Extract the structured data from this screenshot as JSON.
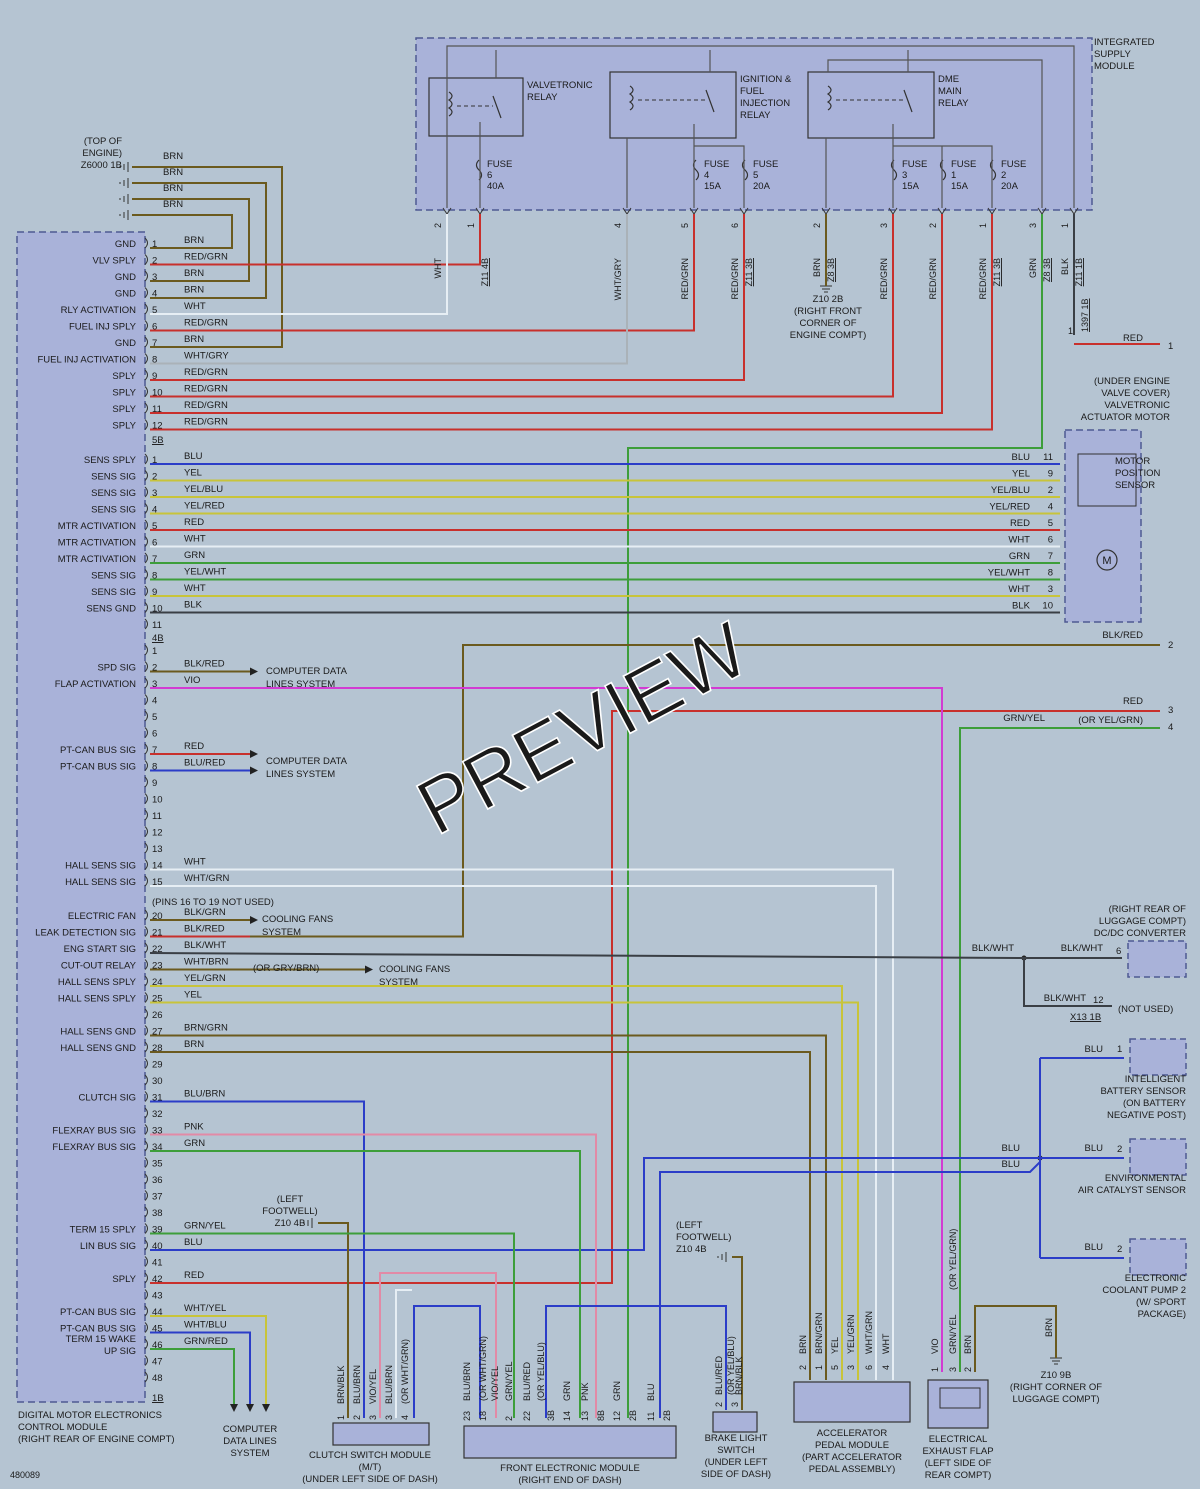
{
  "diagram_id": "480089",
  "watermark": "PREVIEW",
  "colors": {
    "background": "#b5c4d2",
    "module_fill": "#a9b2d9",
    "module_border": "#4e5a92",
    "wire_red": "#c8302c",
    "wire_brown": "#6b5a1e",
    "wire_blue": "#2b3dc8",
    "wire_yellow": "#c8c43a",
    "wire_green": "#3d9e3a",
    "wire_white": "#e6eef4",
    "wire_violet": "#d23bd2",
    "wire_pink": "#e28aa6",
    "wire_gray": "#aab2b8",
    "wire_black": "#3a3f45"
  },
  "ism": {
    "title": [
      "INTEGRATED",
      "SUPPLY",
      "MODULE"
    ],
    "relays": [
      {
        "name": [
          "VALVETRONIC",
          "RELAY"
        ]
      },
      {
        "name": [
          "IGNITION &",
          "FUEL",
          "INJECTION",
          "RELAY"
        ]
      },
      {
        "name": [
          "DME",
          "MAIN",
          "RELAY"
        ]
      }
    ],
    "fuses": [
      {
        "label": [
          "FUSE",
          "6",
          "40A"
        ]
      },
      {
        "label": [
          "FUSE",
          "4",
          "15A"
        ]
      },
      {
        "label": [
          "FUSE",
          "5",
          "20A"
        ]
      },
      {
        "label": [
          "FUSE",
          "3",
          "15A"
        ]
      },
      {
        "label": [
          "FUSE",
          "1",
          "15A"
        ]
      },
      {
        "label": [
          "FUSE",
          "2",
          "20A"
        ]
      }
    ],
    "pins": [
      {
        "pin": "2",
        "color": "WHT",
        "conn": ""
      },
      {
        "pin": "1",
        "color": "",
        "conn": "Z11 4B"
      },
      {
        "pin": "4",
        "color": "WHT/GRY",
        "conn": ""
      },
      {
        "pin": "5",
        "color": "RED/GRN",
        "conn": ""
      },
      {
        "pin": "6",
        "color": "RED/GRN",
        "conn": "Z11 3B"
      },
      {
        "pin": "2",
        "color": "BRN",
        "conn": "Z8 3B"
      },
      {
        "pin": "3",
        "color": "RED/GRN",
        "conn": ""
      },
      {
        "pin": "2",
        "color": "RED/GRN",
        "conn": ""
      },
      {
        "pin": "1",
        "color": "RED/GRN",
        "conn": "Z11 3B"
      },
      {
        "pin": "3",
        "color": "GRN",
        "conn": "Z8 3B"
      },
      {
        "pin": "1",
        "color": "BLK",
        "conn": "Z11 1B"
      }
    ]
  },
  "top_of_engine": {
    "label": [
      "(TOP OF",
      "ENGINE)",
      "Z6000 1B"
    ],
    "wire_colors": [
      "BRN",
      "BRN",
      "BRN",
      "BRN"
    ]
  },
  "ground_z10_2b": {
    "label": [
      "Z10 2B",
      "(RIGHT FRONT",
      "CORNER OF",
      "ENGINE COMPT)"
    ]
  },
  "conn_1397": {
    "label": "1397 1B",
    "pin": "1"
  },
  "dme": {
    "caption": [
      "DIGITAL MOTOR ELECTRONICS",
      "CONTROL MODULE",
      "(RIGHT REAR OF ENGINE COMPT)"
    ],
    "conn_5b": "5B",
    "conn_4b": "4B",
    "conn_1b": "1B",
    "rows_a": [
      {
        "pin": "1",
        "sig": "GND",
        "color": "BRN"
      },
      {
        "pin": "2",
        "sig": "VLV SPLY",
        "color": "RED/GRN"
      },
      {
        "pin": "3",
        "sig": "GND",
        "color": "BRN"
      },
      {
        "pin": "4",
        "sig": "GND",
        "color": "BRN"
      },
      {
        "pin": "5",
        "sig": "RLY ACTIVATION",
        "color": "WHT"
      },
      {
        "pin": "6",
        "sig": "FUEL INJ SPLY",
        "color": "RED/GRN"
      },
      {
        "pin": "7",
        "sig": "GND",
        "color": "BRN"
      },
      {
        "pin": "8",
        "sig": "FUEL INJ ACTIVATION",
        "color": "WHT/GRY"
      },
      {
        "pin": "9",
        "sig": "SPLY",
        "color": "RED/GRN"
      },
      {
        "pin": "10",
        "sig": "SPLY",
        "color": "RED/GRN"
      },
      {
        "pin": "11",
        "sig": "SPLY",
        "color": "RED/GRN"
      },
      {
        "pin": "12",
        "sig": "SPLY",
        "color": "RED/GRN"
      }
    ],
    "rows_b": [
      {
        "pin": "1",
        "sig": "SENS SPLY",
        "color": "BLU"
      },
      {
        "pin": "2",
        "sig": "SENS SIG",
        "color": "YEL"
      },
      {
        "pin": "3",
        "sig": "SENS SIG",
        "color": "YEL/BLU"
      },
      {
        "pin": "4",
        "sig": "SENS SIG",
        "color": "YEL/RED"
      },
      {
        "pin": "5",
        "sig": "MTR ACTIVATION",
        "color": "RED"
      },
      {
        "pin": "6",
        "sig": "MTR ACTIVATION",
        "color": "WHT"
      },
      {
        "pin": "7",
        "sig": "MTR ACTIVATION",
        "color": "GRN"
      },
      {
        "pin": "8",
        "sig": "SENS SIG",
        "color": "YEL/WHT"
      },
      {
        "pin": "9",
        "sig": "SENS SIG",
        "color": "WHT"
      },
      {
        "pin": "10",
        "sig": "SENS GND",
        "color": "BLK"
      },
      {
        "pin": "11",
        "sig": "",
        "color": ""
      }
    ],
    "rows_c": [
      {
        "pin": "1",
        "sig": "",
        "color": ""
      },
      {
        "pin": "2",
        "sig": "SPD SIG",
        "color": "BLK/RED"
      },
      {
        "pin": "3",
        "sig": "FLAP ACTIVATION",
        "color": "VIO"
      },
      {
        "pin": "4",
        "sig": "",
        "color": ""
      },
      {
        "pin": "5",
        "sig": "",
        "color": ""
      },
      {
        "pin": "6",
        "sig": "",
        "color": ""
      },
      {
        "pin": "7",
        "sig": "PT-CAN BUS SIG",
        "color": "RED"
      },
      {
        "pin": "8",
        "sig": "PT-CAN BUS SIG",
        "color": "BLU/RED"
      },
      {
        "pin": "9",
        "sig": "",
        "color": ""
      },
      {
        "pin": "10",
        "sig": "",
        "color": ""
      },
      {
        "pin": "11",
        "sig": "",
        "color": ""
      },
      {
        "pin": "12",
        "sig": "",
        "color": ""
      },
      {
        "pin": "13",
        "sig": "",
        "color": ""
      },
      {
        "pin": "14",
        "sig": "HALL SENS SIG",
        "color": "WHT"
      },
      {
        "pin": "15",
        "sig": "HALL SENS SIG",
        "color": "WHT/GRN"
      }
    ],
    "pins_not_used": "(PINS 16 TO 19 NOT USED)",
    "rows_d": [
      {
        "pin": "20",
        "sig": "ELECTRIC FAN",
        "color": "BLK/GRN"
      },
      {
        "pin": "21",
        "sig": "LEAK DETECTION SIG",
        "color": "BLK/RED"
      },
      {
        "pin": "22",
        "sig": "ENG START SIG",
        "color": "BLK/WHT"
      },
      {
        "pin": "23",
        "sig": "CUT-OUT RELAY",
        "color": "WHT/BRN"
      },
      {
        "pin": "24",
        "sig": "HALL SENS SPLY",
        "color": "YEL/GRN"
      },
      {
        "pin": "25",
        "sig": "HALL SENS SPLY",
        "color": "YEL"
      },
      {
        "pin": "26",
        "sig": "",
        "color": ""
      },
      {
        "pin": "27",
        "sig": "HALL SENS GND",
        "color": "BRN/GRN"
      },
      {
        "pin": "28",
        "sig": "HALL SENS GND",
        "color": "BRN"
      },
      {
        "pin": "29",
        "sig": "",
        "color": ""
      },
      {
        "pin": "30",
        "sig": "",
        "color": ""
      },
      {
        "pin": "31",
        "sig": "CLUTCH SIG",
        "color": "BLU/BRN"
      },
      {
        "pin": "32",
        "sig": "",
        "color": ""
      },
      {
        "pin": "33",
        "sig": "FLEXRAY BUS SIG",
        "color": "PNK"
      },
      {
        "pin": "34",
        "sig": "FLEXRAY BUS SIG",
        "color": "GRN"
      },
      {
        "pin": "35",
        "sig": "",
        "color": ""
      },
      {
        "pin": "36",
        "sig": "",
        "color": ""
      },
      {
        "pin": "37",
        "sig": "",
        "color": ""
      },
      {
        "pin": "38",
        "sig": "",
        "color": ""
      },
      {
        "pin": "39",
        "sig": "TERM 15 SPLY",
        "color": "GRN/YEL"
      },
      {
        "pin": "40",
        "sig": "LIN BUS SIG",
        "color": "BLU"
      },
      {
        "pin": "41",
        "sig": "",
        "color": ""
      },
      {
        "pin": "42",
        "sig": "SPLY",
        "color": "RED"
      },
      {
        "pin": "43",
        "sig": "",
        "color": ""
      },
      {
        "pin": "44",
        "sig": "PT-CAN BUS SIG",
        "color": "WHT/YEL"
      },
      {
        "pin": "45",
        "sig": "PT-CAN BUS SIG",
        "color": "WHT/BLU"
      },
      {
        "pin": "46",
        "sig": "TERM 15 WAKE UP SIG",
        "color": "GRN/RED"
      },
      {
        "pin": "47",
        "sig": "",
        "color": ""
      },
      {
        "pin": "48",
        "sig": "",
        "color": ""
      }
    ]
  },
  "refs": {
    "computer_data": [
      "COMPUTER DATA",
      "LINES SYSTEM"
    ],
    "cooling_fans": [
      "COOLING FANS",
      "SYSTEM"
    ],
    "or_gry_brn": "(OR GRY/BRN)",
    "computer_data_bottom": [
      "COMPUTER",
      "DATA LINES",
      "SYSTEM"
    ]
  },
  "valvetronic_motor": {
    "title": [
      "(UNDER ENGINE",
      "VALVE COVER)",
      "VALVETRONIC",
      "ACTUATOR MOTOR"
    ],
    "sensor": [
      "MOTOR",
      "POSITION",
      "SENSOR"
    ],
    "motor_symbol": "M",
    "pins": [
      {
        "color": "BLU",
        "pin": "11"
      },
      {
        "color": "YEL",
        "pin": "9"
      },
      {
        "color": "YEL/BLU",
        "pin": "2"
      },
      {
        "color": "YEL/RED",
        "pin": "4"
      },
      {
        "color": "RED",
        "pin": "5"
      },
      {
        "color": "WHT",
        "pin": "6"
      },
      {
        "color": "GRN",
        "pin": "7"
      },
      {
        "color": "YEL/WHT",
        "pin": "8"
      },
      {
        "color": "WHT",
        "pin": "3"
      },
      {
        "color": "BLK",
        "pin": "10"
      }
    ]
  },
  "right_outputs": [
    {
      "color": "RED",
      "num": "1"
    },
    {
      "color": "BLK/RED",
      "num": "2"
    },
    {
      "color": "RED",
      "num": "3"
    },
    {
      "color": "GRN/YEL",
      "alt": "(OR YEL/GRN)",
      "num": "4"
    }
  ],
  "dcdc": {
    "title": [
      "(RIGHT REAR OF",
      "LUGGAGE COMPT)",
      "DC/DC CONVERTER"
    ],
    "wire1": "BLK/WHT",
    "wire2": "BLK/WHT",
    "pin": "6",
    "wire3": "BLK/WHT",
    "pin3": "12",
    "conn": "X13 1B",
    "not_used": "(NOT USED)"
  },
  "ibs": {
    "title": [
      "INTELLIGENT",
      "BATTERY SENSOR",
      "(ON BATTERY",
      "NEGATIVE POST)"
    ],
    "color": "BLU",
    "pin": "1"
  },
  "eacs": {
    "title": [
      "ENVIRONMENTAL",
      "AIR CATALYST SENSOR"
    ],
    "color": "BLU",
    "color2": "BLU",
    "color3": "BLU",
    "pin": "2"
  },
  "coolant": {
    "title": [
      "ELECTRONIC",
      "COOLANT PUMP 2",
      "(W/ SPORT",
      "PACKAGE)"
    ],
    "color": "BLU",
    "pin": "2"
  },
  "ground_z10_9b": {
    "color": "BRN",
    "label": [
      "Z10 9B",
      "(RIGHT CORNER OF",
      "LUGGAGE COMPT)"
    ]
  },
  "ground_z10_4b_a": {
    "label": [
      "(LEFT",
      "FOOTWELL)",
      "Z10 4B"
    ]
  },
  "ground_z10_4b_b": {
    "label": [
      "(LEFT",
      "FOOTWELL)",
      "Z10 4B"
    ]
  },
  "clutch": {
    "title": [
      "CLUTCH SWITCH MODULE",
      "(M/T)",
      "(UNDER LEFT SIDE OF DASH)"
    ],
    "pins": [
      {
        "pin": "1",
        "color": "BRN/BLK"
      },
      {
        "pin": "2",
        "color": "BLU/BRN"
      },
      {
        "pin": "3",
        "color": "VIO/YEL"
      },
      {
        "pin": "3",
        "color": "BLU/BRN"
      },
      {
        "pin": "4",
        "color": "(OR WHT/GRN)"
      }
    ]
  },
  "frem": {
    "title": [
      "FRONT ELECTRONIC MODULE",
      "(RIGHT END OF DASH)"
    ],
    "pins": [
      {
        "pin": "23",
        "color": "BLU/BRN"
      },
      {
        "pin": "18",
        "color": "(OR WHT/GRN)"
      },
      {
        "pin": "",
        "color": "VIO/YEL"
      },
      {
        "pin": "2",
        "color": "GRN/YEL"
      },
      {
        "pin": "22",
        "color": "BLU/RED"
      },
      {
        "pin": "",
        "color": "(OR YEL/BLU)"
      },
      {
        "pin": "3B",
        "color": ""
      },
      {
        "pin": "14",
        "color": "GRN"
      },
      {
        "pin": "13",
        "color": "PNK"
      },
      {
        "pin": "8B",
        "color": ""
      },
      {
        "pin": "12",
        "color": "GRN"
      },
      {
        "pin": "2B",
        "color": ""
      },
      {
        "pin": "11",
        "color": "BLU"
      },
      {
        "pin": "2B",
        "color": ""
      }
    ]
  },
  "brake": {
    "title": [
      "BRAKE LIGHT",
      "SWITCH",
      "(UNDER LEFT",
      "SIDE OF DASH)"
    ],
    "pins": [
      {
        "pin": "2",
        "color": "BLU/RED"
      },
      {
        "pin": "",
        "color": "(OR YEL/BLU)"
      },
      {
        "pin": "3",
        "color": "BRN/BLK"
      }
    ]
  },
  "accel": {
    "title": [
      "ACCELERATOR",
      "PEDAL MODULE",
      "(PART ACCELERATOR",
      "PEDAL ASSEMBLY)"
    ],
    "pins": [
      {
        "pin": "2",
        "color": "BRN"
      },
      {
        "pin": "1",
        "color": "BRN/GRN"
      },
      {
        "pin": "5",
        "color": "YEL"
      },
      {
        "pin": "3",
        "color": "YEL/GRN"
      },
      {
        "pin": "6",
        "color": "WHT/GRN"
      },
      {
        "pin": "4",
        "color": "WHT"
      }
    ]
  },
  "flap": {
    "title": [
      "ELECTRICAL",
      "EXHAUST FLAP",
      "(LEFT SIDE OF",
      "REAR COMPT)"
    ],
    "pins": [
      {
        "pin": "1",
        "color": "VIO"
      },
      {
        "pin": "3",
        "color": "GRN/YEL"
      },
      {
        "pin": "2",
        "color": "BRN"
      }
    ],
    "alt": "(OR YEL/GRN)"
  }
}
